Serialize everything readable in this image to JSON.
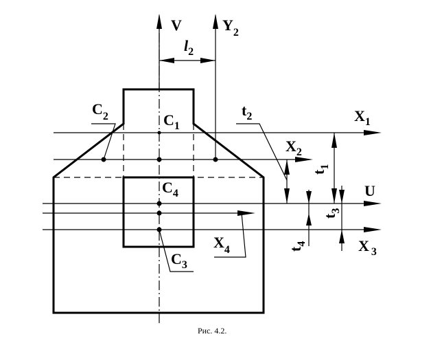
{
  "figure": {
    "caption": "Рис. 4.2."
  },
  "axes": {
    "v": "V",
    "y2": {
      "main": "Y",
      "sub": "2"
    },
    "x1": {
      "main": "X",
      "sub": "1"
    },
    "x2": {
      "main": "X",
      "sub": "2"
    },
    "x3": {
      "main": "X",
      "sub": "3"
    },
    "x4": {
      "main": "X",
      "sub": "4"
    },
    "u": "U"
  },
  "points": {
    "c1": {
      "main": "C",
      "sub": "1"
    },
    "c2": {
      "main": "C",
      "sub": "2"
    },
    "c3": {
      "main": "C",
      "sub": "3"
    },
    "c4": {
      "main": "C",
      "sub": "4"
    }
  },
  "dimensions": {
    "l2": {
      "main": "l",
      "sub": "2"
    },
    "t1": {
      "main": "t",
      "sub": "1"
    },
    "t2": {
      "main": "t",
      "sub": "2"
    },
    "t3": {
      "main": "t",
      "sub": "3"
    },
    "t4": {
      "main": "t",
      "sub": "4"
    }
  }
}
